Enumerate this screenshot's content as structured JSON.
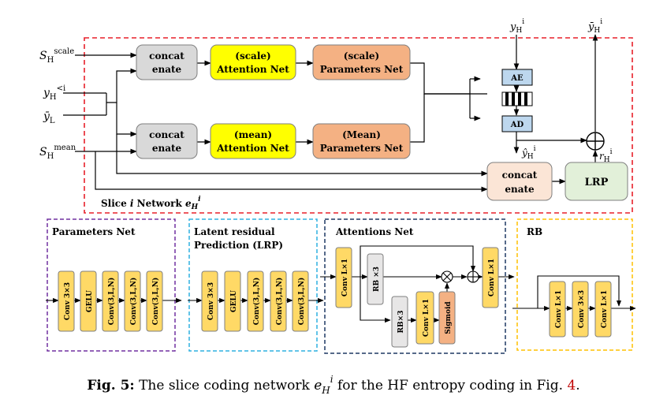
{
  "colors": {
    "red_dash": "#e8202a",
    "gray_fill": "#d9d9d9",
    "yellow_fill": "#ffff00",
    "salmon_fill": "#f4b183",
    "peach_fill": "#fbe5d6",
    "green_fill": "#e2f0d9",
    "blue_fill": "#bdd7ee",
    "conv_fill": "#ffd966",
    "purple_dash": "#7030a0",
    "cyan_dash": "#2fb0e0",
    "navy_dash": "#1f3864",
    "orange_dash": "#ffc000",
    "link_red": "#c00000"
  },
  "inputs": {
    "s_scale": "S",
    "s_scale_sub": "H",
    "s_scale_sup": "scale",
    "y_prev": "y",
    "y_prev_sub": "H",
    "y_prev_sup": "<i",
    "y_low": "ȳ",
    "y_low_sub": "L",
    "s_mean": "S",
    "s_mean_sub": "H",
    "s_mean_sup": "mean",
    "y_top": "y",
    "y_top_sub": "H",
    "y_top_sup": "i",
    "ybar_top": "ȳ",
    "ybar_top_sub": "H",
    "ybar_top_sup": "i",
    "yhat": "ŷ",
    "yhat_sub": "H",
    "yhat_sup": "i",
    "r": "r",
    "r_sub": "H",
    "r_sup": "i"
  },
  "blocks": {
    "concat_top_1": "concat",
    "concat_top_2": "enate",
    "scale_att_1": "(scale)",
    "scale_att_2": "Attention Net",
    "scale_par_1": "(scale)",
    "scale_par_2": "Parameters Net",
    "concat_mid_1": "concat",
    "concat_mid_2": "enate",
    "mean_att_1": "(mean)",
    "mean_att_2": "Attention Net",
    "mean_par_1": "(Mean)",
    "mean_par_2": "Parameters Net",
    "ae": "AE",
    "ad": "AD",
    "concat_low_1": "concat",
    "concat_low_2": "enate",
    "lrp": "LRP",
    "plus": "⊕"
  },
  "slice_label": {
    "prefix": "Slice ",
    "i": "i",
    "suffix": " Network ",
    "e": "e",
    "e_sub": "H",
    "e_sup": "i"
  },
  "panels": {
    "params": {
      "title": "Parameters Net",
      "layers": [
        "Conv 3×3",
        "GELU",
        "Conv(3,L,N)",
        "Conv(3,L,N)",
        "Conv(3,L,N)"
      ]
    },
    "lrp": {
      "title_1": "Latent residual",
      "title_2": "Prediction (LRP)",
      "layers": [
        "Conv 3×3",
        "GELU",
        "Conv(3,L,N)",
        "Conv(3,L,N)",
        "Conv(3,L,N)"
      ]
    },
    "attention": {
      "title": "Attentions Net",
      "conv_in": "Conv L×1",
      "rb_top": "RB ×3",
      "rb_bottom": "RB×3",
      "conv_mid": "Conv L×1",
      "sigmoid": "Sigmoid",
      "conv_out": "Conv L×1",
      "mult": "⊗",
      "add": "⊕"
    },
    "rb": {
      "title": "RB",
      "layers": [
        "Conv L×1",
        "Conv 3×3",
        "Conv L×1"
      ]
    }
  },
  "caption": {
    "label": "Fig. 5:",
    "text_1": " The slice coding network ",
    "e": "e",
    "e_sub": "H",
    "e_sup": "i",
    "text_2": " for the HF entropy coding in Fig. ",
    "ref": "4",
    "end": "."
  }
}
